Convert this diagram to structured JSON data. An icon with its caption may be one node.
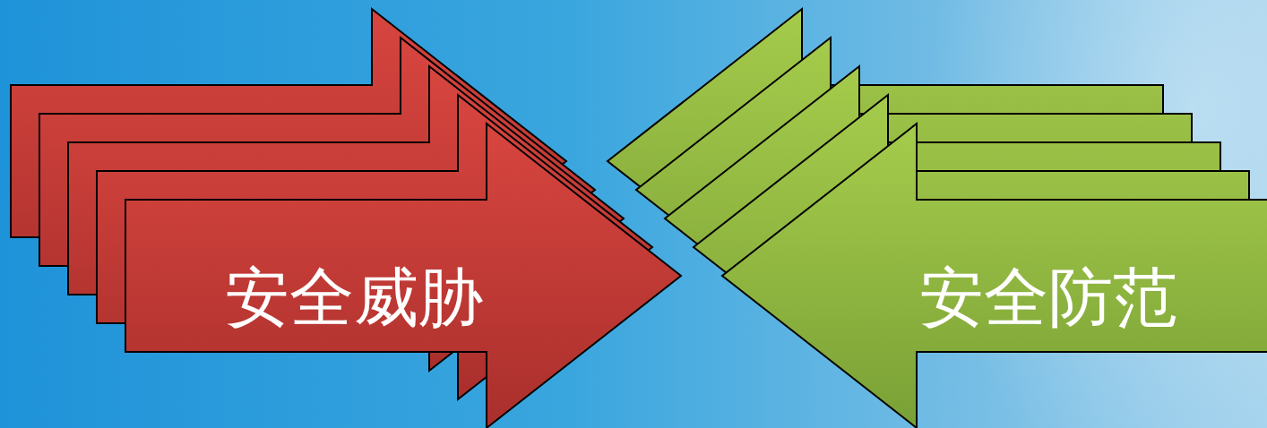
{
  "diagram": {
    "nodes": [
      {
        "text": [],
        "shape": "arrow"
      },
      {
        "text": [],
        "shape": "arrow"
      },
      {
        "text": [],
        "shape": "arrow"
      },
      {
        "text": [],
        "shape": "arrow"
      },
      {
        "text": [
          "安全威胁"
        ]
      },
      {
        "text": [],
        "shape": "arrow"
      },
      {
        "text": [],
        "shape": "arrow"
      },
      {
        "text": [],
        "shape": "arrow"
      },
      {
        "text": [],
        "shape": "arrow"
      },
      {
        "text": [
          "安全防范"
        ]
      }
    ]
  }
}
